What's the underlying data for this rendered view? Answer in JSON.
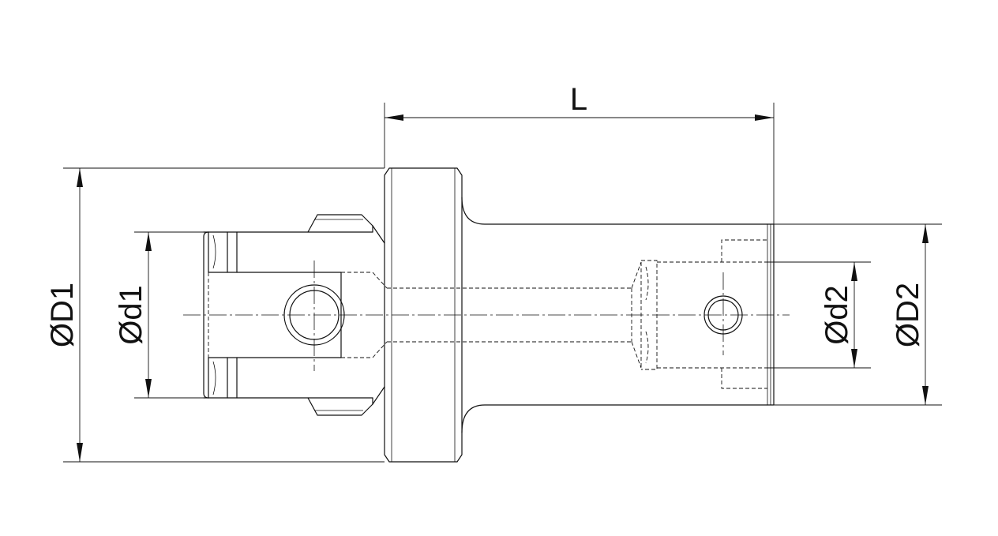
{
  "labels": {
    "L": "L",
    "D1": "ØD1",
    "d1": "Ød1",
    "d2": "Ød2",
    "D2": "ØD2"
  },
  "colors": {
    "line": "#111111",
    "background": "#ffffff"
  }
}
